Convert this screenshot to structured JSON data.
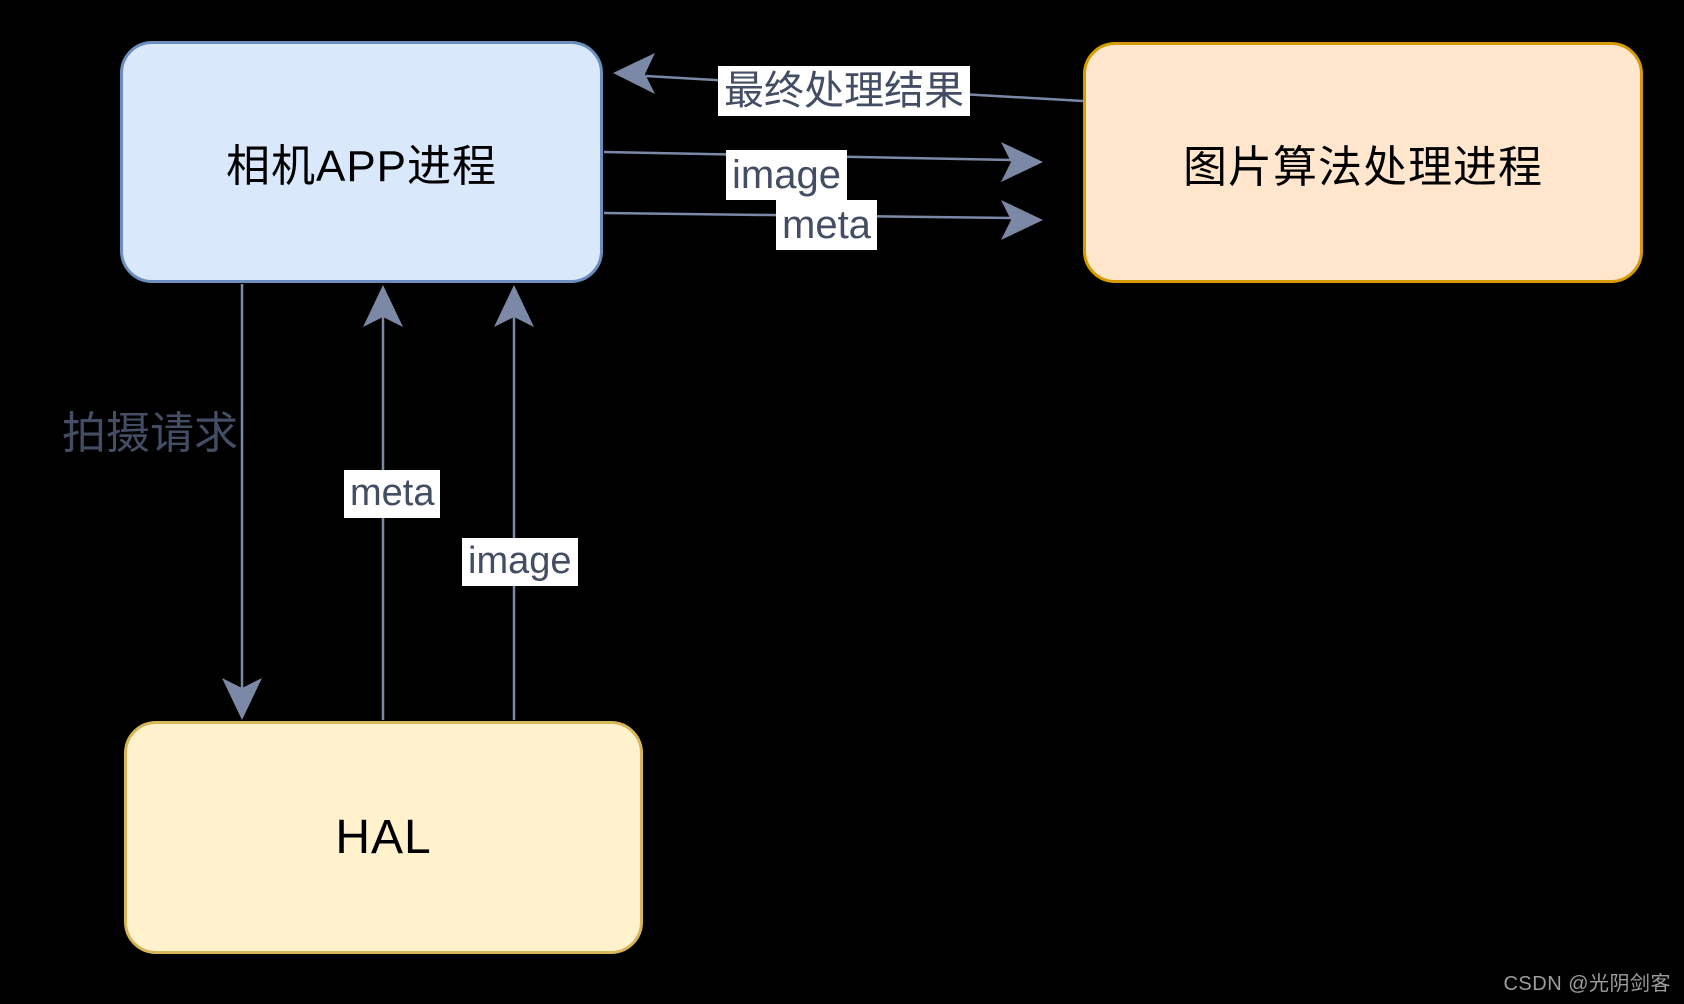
{
  "diagram": {
    "nodes": [
      {
        "id": "camera-app",
        "label": "相机APP进程",
        "fill": "#dae8fc",
        "stroke": "#6c8ebf"
      },
      {
        "id": "algo-process",
        "label": "图片算法处理进程",
        "fill": "#ffe6cc",
        "stroke": "#d79b00"
      },
      {
        "id": "hal",
        "label": "HAL",
        "fill": "#fff2cc",
        "stroke": "#d6b656"
      }
    ],
    "edges": [
      {
        "id": "final-result",
        "label": "最终处理结果",
        "from": "algo-process",
        "to": "camera-app"
      },
      {
        "id": "image-to-algo",
        "label": "image",
        "from": "camera-app",
        "to": "algo-process"
      },
      {
        "id": "meta-to-algo",
        "label": "meta",
        "from": "camera-app",
        "to": "algo-process"
      },
      {
        "id": "capture-request",
        "label": "拍摄请求",
        "from": "camera-app",
        "to": "hal"
      },
      {
        "id": "meta-from-hal",
        "label": "meta",
        "from": "hal",
        "to": "camera-app"
      },
      {
        "id": "image-from-hal",
        "label": "image",
        "from": "hal",
        "to": "camera-app"
      }
    ]
  },
  "colors": {
    "background": "#000000",
    "arrow": "#7b89a6",
    "edge_label_text": "#434d63",
    "label_chip_bg": "#ffffff",
    "node_label_text": "#000000",
    "watermark_text": "#9d9d9d"
  },
  "watermark": {
    "text": "CSDN @光阴剑客"
  }
}
